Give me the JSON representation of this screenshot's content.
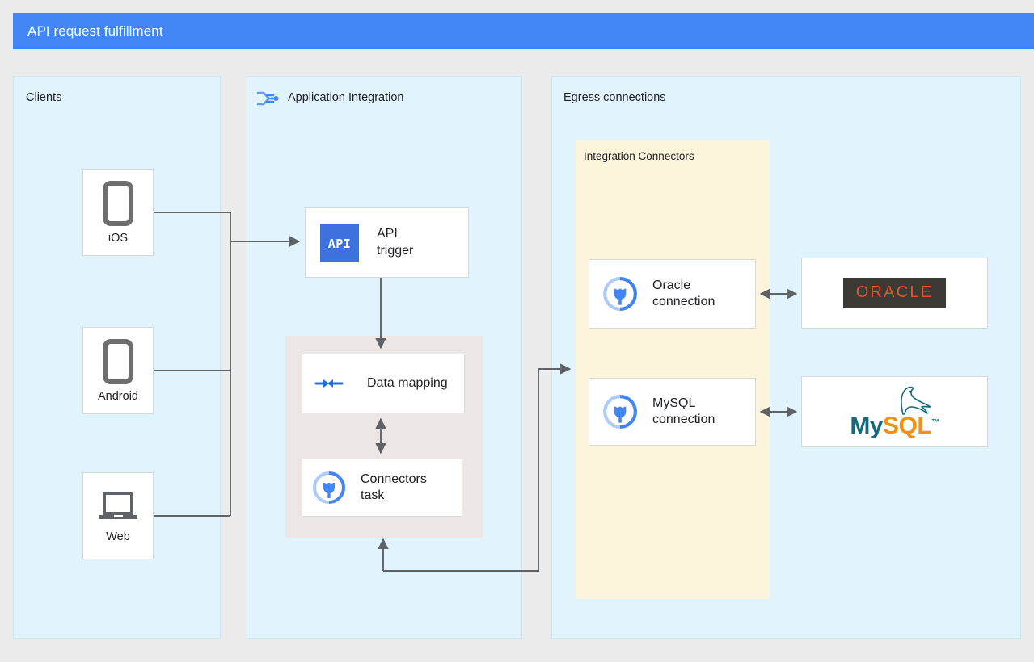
{
  "header": {
    "title": "API request fulfillment",
    "bar_color": "#4285f4",
    "text_color": "#ffffff"
  },
  "page": {
    "background": "#ececec",
    "panel_background": "#e1f3fd",
    "connectors_panel_background": "#fdf4dc",
    "task_group_background": "#ece7e4",
    "wire_color": "#5f6368",
    "accent_blue": "#1a73e8"
  },
  "panels": [
    {
      "id": "clients",
      "label": "Clients",
      "icon": null
    },
    {
      "id": "application-integration",
      "label": "Application Integration",
      "icon": "application-integration-icon"
    },
    {
      "id": "egress",
      "label": "Egress connections",
      "icon": null
    }
  ],
  "clients": {
    "label": "Clients",
    "devices": [
      {
        "label": "iOS",
        "icon": "phone-icon"
      },
      {
        "label": "Android",
        "icon": "phone-icon"
      },
      {
        "label": "Web",
        "icon": "laptop-icon"
      }
    ]
  },
  "application_integration": {
    "label": "Application Integration",
    "icon": "application-integration-icon",
    "nodes": [
      {
        "id": "api-trigger",
        "label": "API\ntrigger",
        "icon": "api-icon",
        "icon_text": "API"
      },
      {
        "id": "data-mapping",
        "label": "Data mapping",
        "icon": "data-mapping-icon"
      },
      {
        "id": "connectors-task",
        "label": "Connectors\ntask",
        "icon": "connectors-icon"
      }
    ]
  },
  "egress": {
    "label": "Egress connections",
    "connectors_group": {
      "label": "Integration Connectors",
      "connections": [
        {
          "id": "oracle-connection",
          "label": "Oracle\nconnection",
          "icon": "connectors-icon"
        },
        {
          "id": "mysql-connection",
          "label": "MySQL\nconnection",
          "icon": "connectors-icon"
        }
      ]
    },
    "systems": [
      {
        "id": "oracle-logo",
        "name": "ORACLE",
        "logo": "oracle-logo",
        "logo_text_color": "#e8502e",
        "logo_background": "#3d3935"
      },
      {
        "id": "mysql-logo",
        "name": "MySQL",
        "logo": "mysql-logo",
        "word_primary": "My",
        "word_secondary": "SQL",
        "trademark": "™",
        "primary_color": "#13697e",
        "secondary_color": "#f29111"
      }
    ]
  },
  "flows": [
    {
      "from": "clients",
      "to": "api-trigger",
      "kind": "arrow"
    },
    {
      "from": "api-trigger",
      "to": "data-mapping",
      "kind": "arrow"
    },
    {
      "from": "data-mapping",
      "to": "connectors-task",
      "kind": "double-arrow"
    },
    {
      "from": "connectors-task",
      "to": "integration-connectors",
      "kind": "arrow"
    },
    {
      "from": "oracle-connection",
      "to": "oracle-logo",
      "kind": "double-arrow"
    },
    {
      "from": "mysql-connection",
      "to": "mysql-logo",
      "kind": "double-arrow"
    }
  ]
}
